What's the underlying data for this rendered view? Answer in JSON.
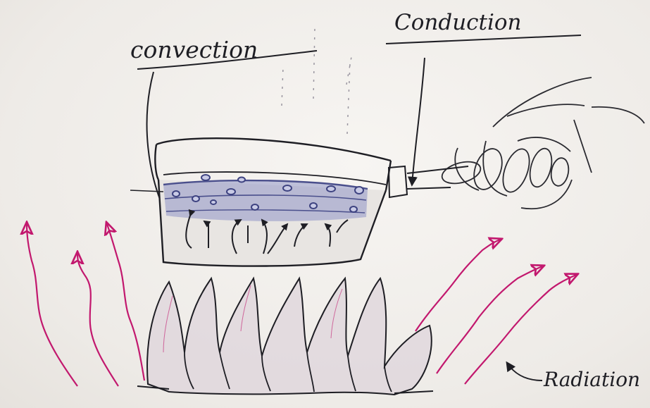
{
  "labels": {
    "convection": "convection",
    "conduction": "Conduction",
    "radiation": "Radiation"
  },
  "colors": {
    "paper": "#f1efec",
    "pencil": "#1e1e24",
    "water": "#5b63a8",
    "radiation": "#c2186e",
    "flame_shade": "#d9cfd6"
  }
}
